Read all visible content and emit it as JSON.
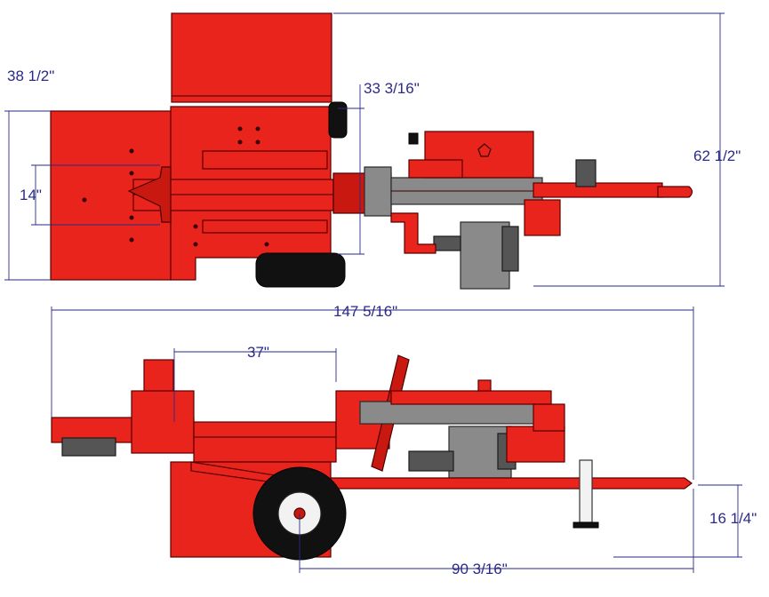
{
  "dimensions": {
    "top_overall_width": "62 1/2\"",
    "top_body_width": "38 1/2\"",
    "top_beam_width": "33 3/16\"",
    "top_wedge_width": "14\"",
    "side_overall_length": "147 5/16\"",
    "side_stroke": "37\"",
    "side_hitch_height": "16 1/4\"",
    "side_axle_to_hitch": "90 3/16\""
  },
  "colors": {
    "body_red": "#e8241c",
    "dimension_blue": "#2a2a8a",
    "engine_gray": "#8a8a8a"
  }
}
